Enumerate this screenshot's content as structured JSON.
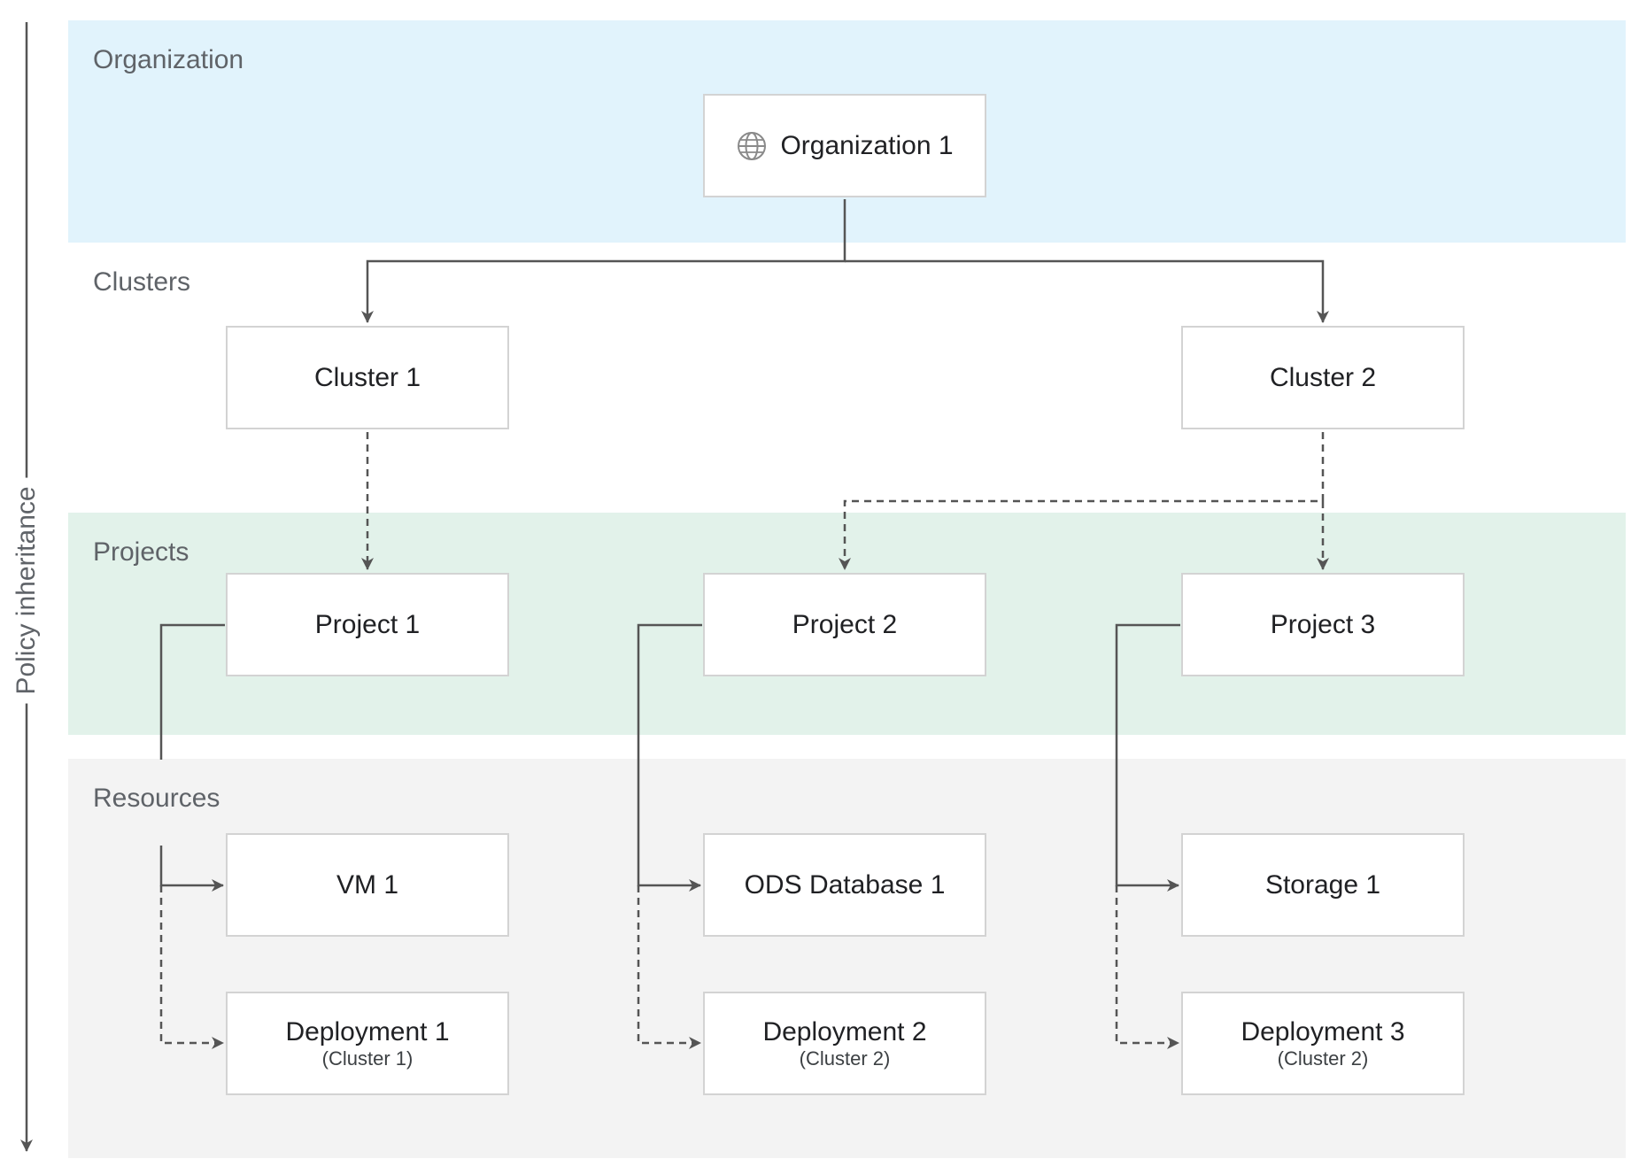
{
  "diagram": {
    "side_label": "Policy inheritance",
    "layers": [
      {
        "id": "organization",
        "label": "Organization",
        "color": "#e1f3fc"
      },
      {
        "id": "clusters",
        "label": "Clusters",
        "color": "#ffffff"
      },
      {
        "id": "projects",
        "label": "Projects",
        "color": "#e2f2ea"
      },
      {
        "id": "resources",
        "label": "Resources",
        "color": "#f3f3f3"
      }
    ],
    "nodes": {
      "org1": {
        "label": "Organization 1",
        "icon": "globe-icon"
      },
      "cluster1": {
        "label": "Cluster 1"
      },
      "cluster2": {
        "label": "Cluster 2"
      },
      "project1": {
        "label": "Project 1"
      },
      "project2": {
        "label": "Project 2"
      },
      "project3": {
        "label": "Project 3"
      },
      "vm1": {
        "label": "VM 1"
      },
      "ods1": {
        "label": "ODS Database 1"
      },
      "storage1": {
        "label": "Storage 1"
      },
      "deployment1": {
        "label": "Deployment 1",
        "sub": "(Cluster 1)"
      },
      "deployment2": {
        "label": "Deployment 2",
        "sub": "(Cluster 2)"
      },
      "deployment3": {
        "label": "Deployment 3",
        "sub": "(Cluster 2)"
      }
    },
    "edges": [
      {
        "from": "org1",
        "to": "cluster1",
        "style": "solid"
      },
      {
        "from": "org1",
        "to": "cluster2",
        "style": "solid"
      },
      {
        "from": "cluster1",
        "to": "project1",
        "style": "dashed"
      },
      {
        "from": "cluster2",
        "to": "project2",
        "style": "dashed"
      },
      {
        "from": "cluster2",
        "to": "project3",
        "style": "dashed"
      },
      {
        "from": "project1",
        "to": "vm1",
        "style": "solid"
      },
      {
        "from": "project1",
        "to": "deployment1",
        "style": "dashed"
      },
      {
        "from": "project2",
        "to": "ods1",
        "style": "solid"
      },
      {
        "from": "project2",
        "to": "deployment2",
        "style": "dashed"
      },
      {
        "from": "project3",
        "to": "storage1",
        "style": "solid"
      },
      {
        "from": "project3",
        "to": "deployment3",
        "style": "dashed"
      }
    ],
    "colors": {
      "line": "#555555",
      "node_border": "#d3d3d3",
      "label": "#5f6368"
    }
  }
}
